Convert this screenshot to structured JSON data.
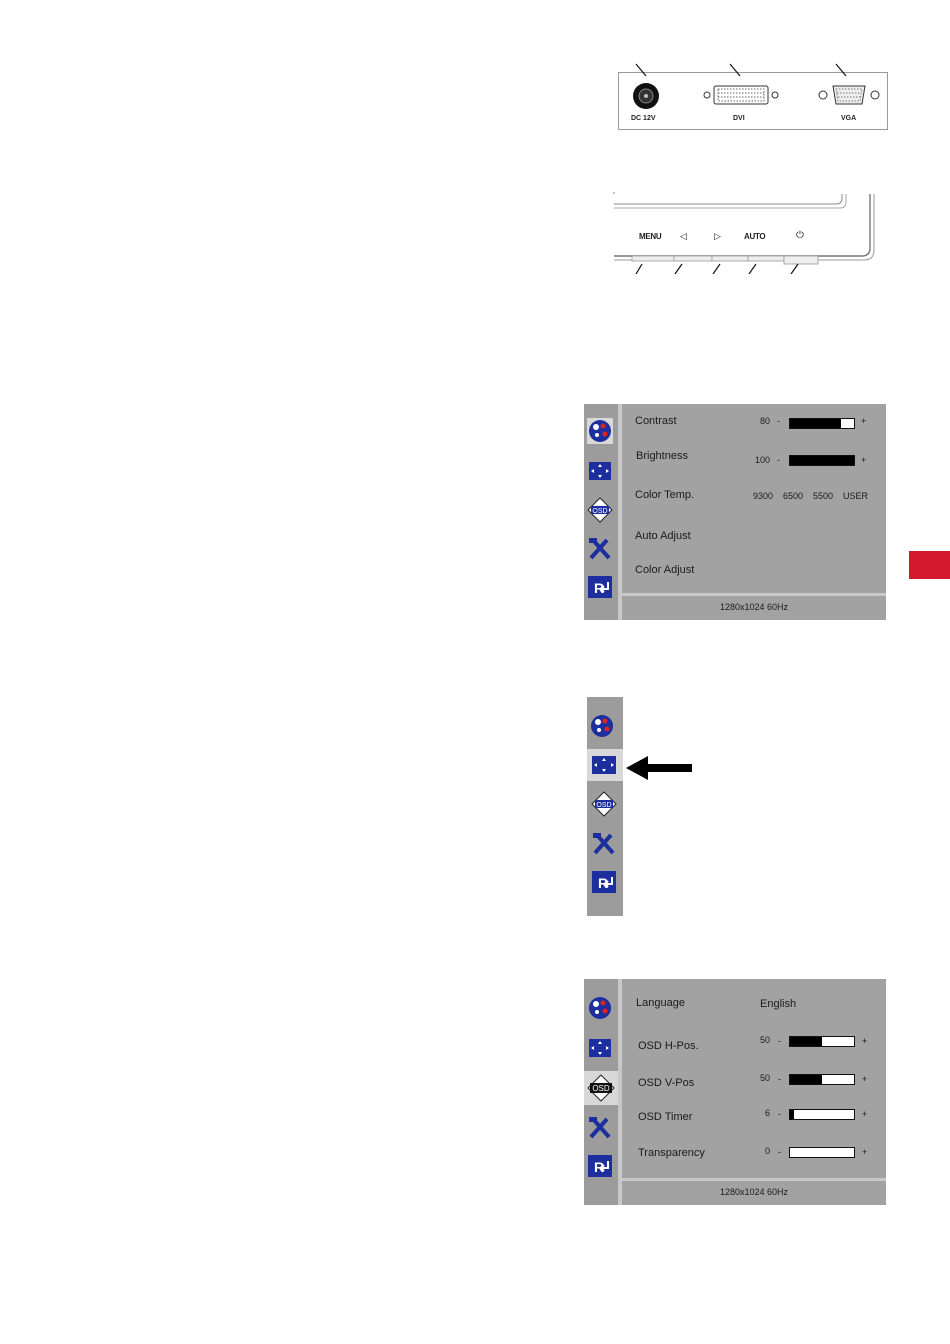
{
  "connectors": {
    "dc": "DC 12V",
    "dvi": "DVI",
    "vga": "VGA"
  },
  "front_buttons": {
    "menu": "MENU",
    "left": "◁",
    "right": "▷",
    "auto": "AUTO",
    "power": "⏻"
  },
  "osd_picture": {
    "items": [
      {
        "label": "Contrast",
        "value": "80",
        "level": 0.8
      },
      {
        "label": "Brightness",
        "value": "100",
        "level": 1.0
      }
    ],
    "color_temp": {
      "label": "Color Temp.",
      "options": [
        "9300",
        "6500",
        "5500",
        "USER"
      ]
    },
    "auto_adjust": "Auto Adjust",
    "color_adjust": "Color Adjust",
    "resolution": "1280x1024 60Hz",
    "icons": [
      "color-palette-icon",
      "position-icon",
      "osd-icon",
      "tools-icon",
      "reset-icon"
    ]
  },
  "osd_menu_selector": {
    "icons": [
      "color-palette-icon",
      "position-icon",
      "osd-icon",
      "tools-icon",
      "reset-icon"
    ],
    "selected_index": 1
  },
  "osd_settings": {
    "language": {
      "label": "Language",
      "value": "English"
    },
    "items": [
      {
        "label": "OSD H-Pos.",
        "value": "50",
        "level": 0.5
      },
      {
        "label": "OSD V-Pos",
        "value": "50",
        "level": 0.5
      },
      {
        "label": "OSD Timer",
        "value": "6",
        "level": 0.06
      },
      {
        "label": "Transparency",
        "value": "0",
        "level": 0.0
      }
    ],
    "resolution": "1280x1024 60Hz",
    "selected_index": 2
  },
  "colors": {
    "osd_bg": "#a2a2a2",
    "icon_blue": "#1d2f9e",
    "accent_red": "#d2172f"
  },
  "glyphs": {
    "minus": "-",
    "plus": "+"
  }
}
